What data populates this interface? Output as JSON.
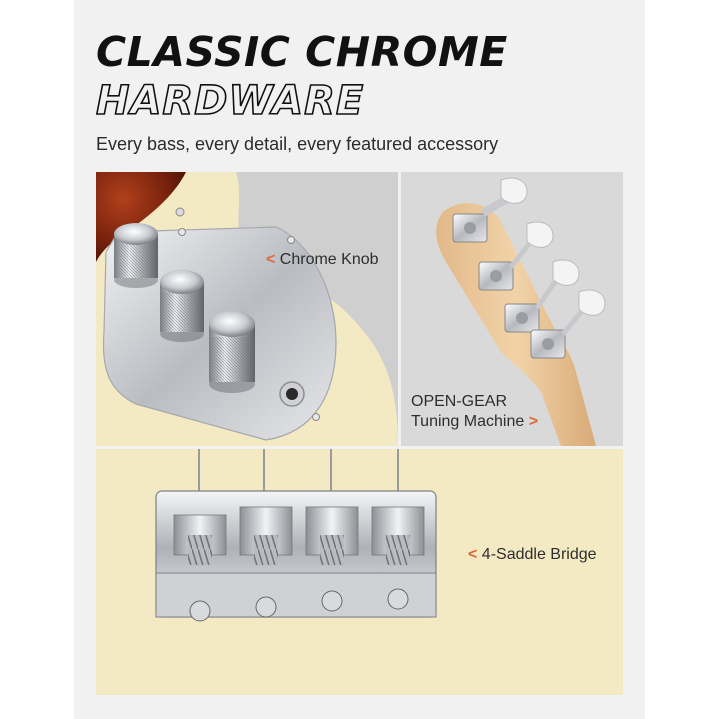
{
  "header": {
    "title_line1": "CLASSIC CHROME",
    "title_line2": "HARDWARE",
    "subtitle": "Every bass, every detail, every featured accessory"
  },
  "callouts": {
    "knob": "Chrome Knob",
    "tuner_line1": "OPEN-GEAR",
    "tuner_line2": "Tuning Machine",
    "bridge": "4-Saddle Bridge",
    "chevron_left": "<",
    "chevron_right": ">"
  },
  "colors": {
    "accent": "#e0663a",
    "body_cream": "#f3e9c3",
    "chrome": "#c9ccd0",
    "tortoise": "#8a2a12"
  }
}
